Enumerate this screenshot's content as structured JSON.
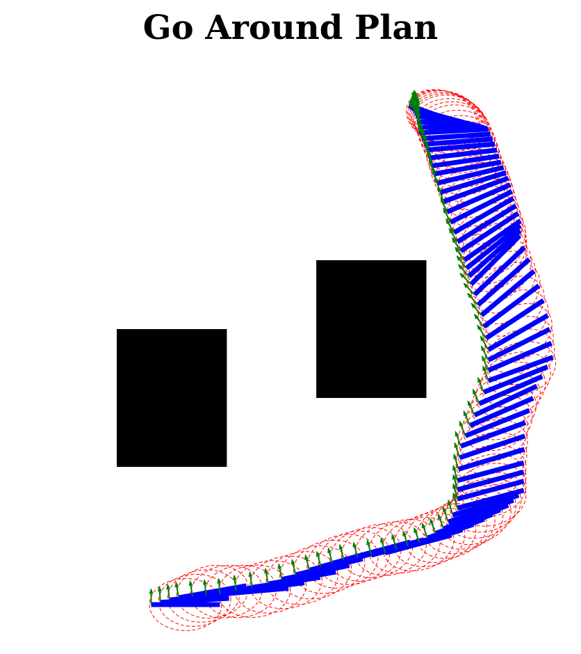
{
  "title": "Go Around Plan",
  "colors": {
    "obstacle": "#000000",
    "body": "#0000ff",
    "heading": "#008000",
    "envelope": "#ff0000",
    "background": "#ffffff"
  },
  "chart_data": {
    "type": "diagram",
    "obstacles": [
      {
        "x": 1.0,
        "y": 0.0,
        "w": 1.6,
        "h": 2.0
      },
      {
        "x": 3.9,
        "y": 1.0,
        "w": 1.6,
        "h": 2.0
      }
    ],
    "rod_length": 1.0,
    "ellipse_radii": [
      0.5,
      0.28
    ],
    "waypoints": [
      [
        1.5,
        -2.0,
        0
      ],
      [
        1.9,
        -1.9,
        10
      ],
      [
        2.5,
        -1.85,
        5
      ],
      [
        3.2,
        -1.7,
        10
      ],
      [
        3.8,
        -1.5,
        15
      ],
      [
        4.3,
        -1.35,
        15
      ],
      [
        4.9,
        -1.25,
        15
      ],
      [
        5.4,
        -1.1,
        20
      ],
      [
        5.75,
        -0.9,
        20
      ],
      [
        5.95,
        -0.6,
        15
      ],
      [
        5.95,
        -0.2,
        15
      ],
      [
        6.0,
        0.3,
        20
      ],
      [
        6.2,
        0.75,
        25
      ],
      [
        6.4,
        1.25,
        20
      ],
      [
        6.4,
        1.7,
        30
      ],
      [
        6.3,
        2.2,
        40
      ],
      [
        6.15,
        2.65,
        45
      ],
      [
        6.05,
        3.0,
        35
      ],
      [
        5.9,
        3.4,
        30
      ],
      [
        5.75,
        3.85,
        20
      ],
      [
        5.6,
        4.25,
        10
      ],
      [
        5.5,
        4.6,
        5
      ],
      [
        5.4,
        4.85,
        3
      ],
      [
        5.35,
        5.1,
        -10
      ],
      [
        5.3,
        5.2,
        -15
      ],
      [
        5.25,
        5.25,
        -20
      ]
    ]
  }
}
